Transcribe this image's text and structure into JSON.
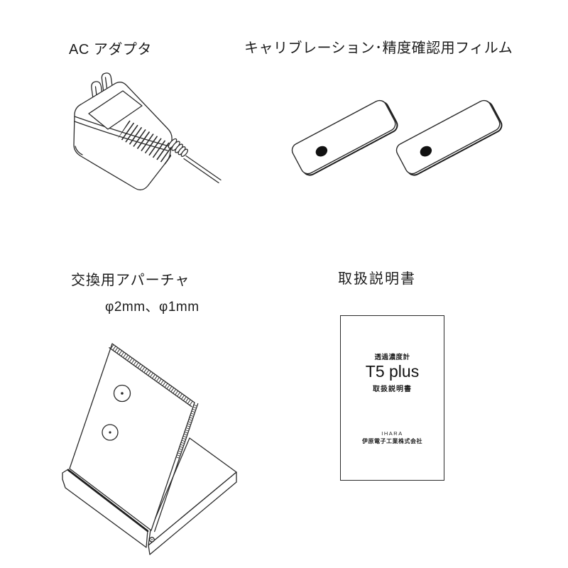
{
  "page": {
    "background": "#ffffff",
    "ink": "#1c1c1c"
  },
  "sections": {
    "ac_adapter": {
      "label": "AC アダプタ"
    },
    "calibration_film": {
      "label": "キャリブレーション･精度確認用フィルム"
    },
    "aperture": {
      "label": "交換用アパーチャ",
      "sizes": "φ2mm、φ1mm"
    },
    "manual": {
      "label": "取扱説明書",
      "cover": {
        "product_type": "透過濃度計",
        "model": "T5 plus",
        "title": "取扱説明書",
        "brand": "IHARA",
        "company": "伊原電子工業株式会社"
      }
    }
  }
}
